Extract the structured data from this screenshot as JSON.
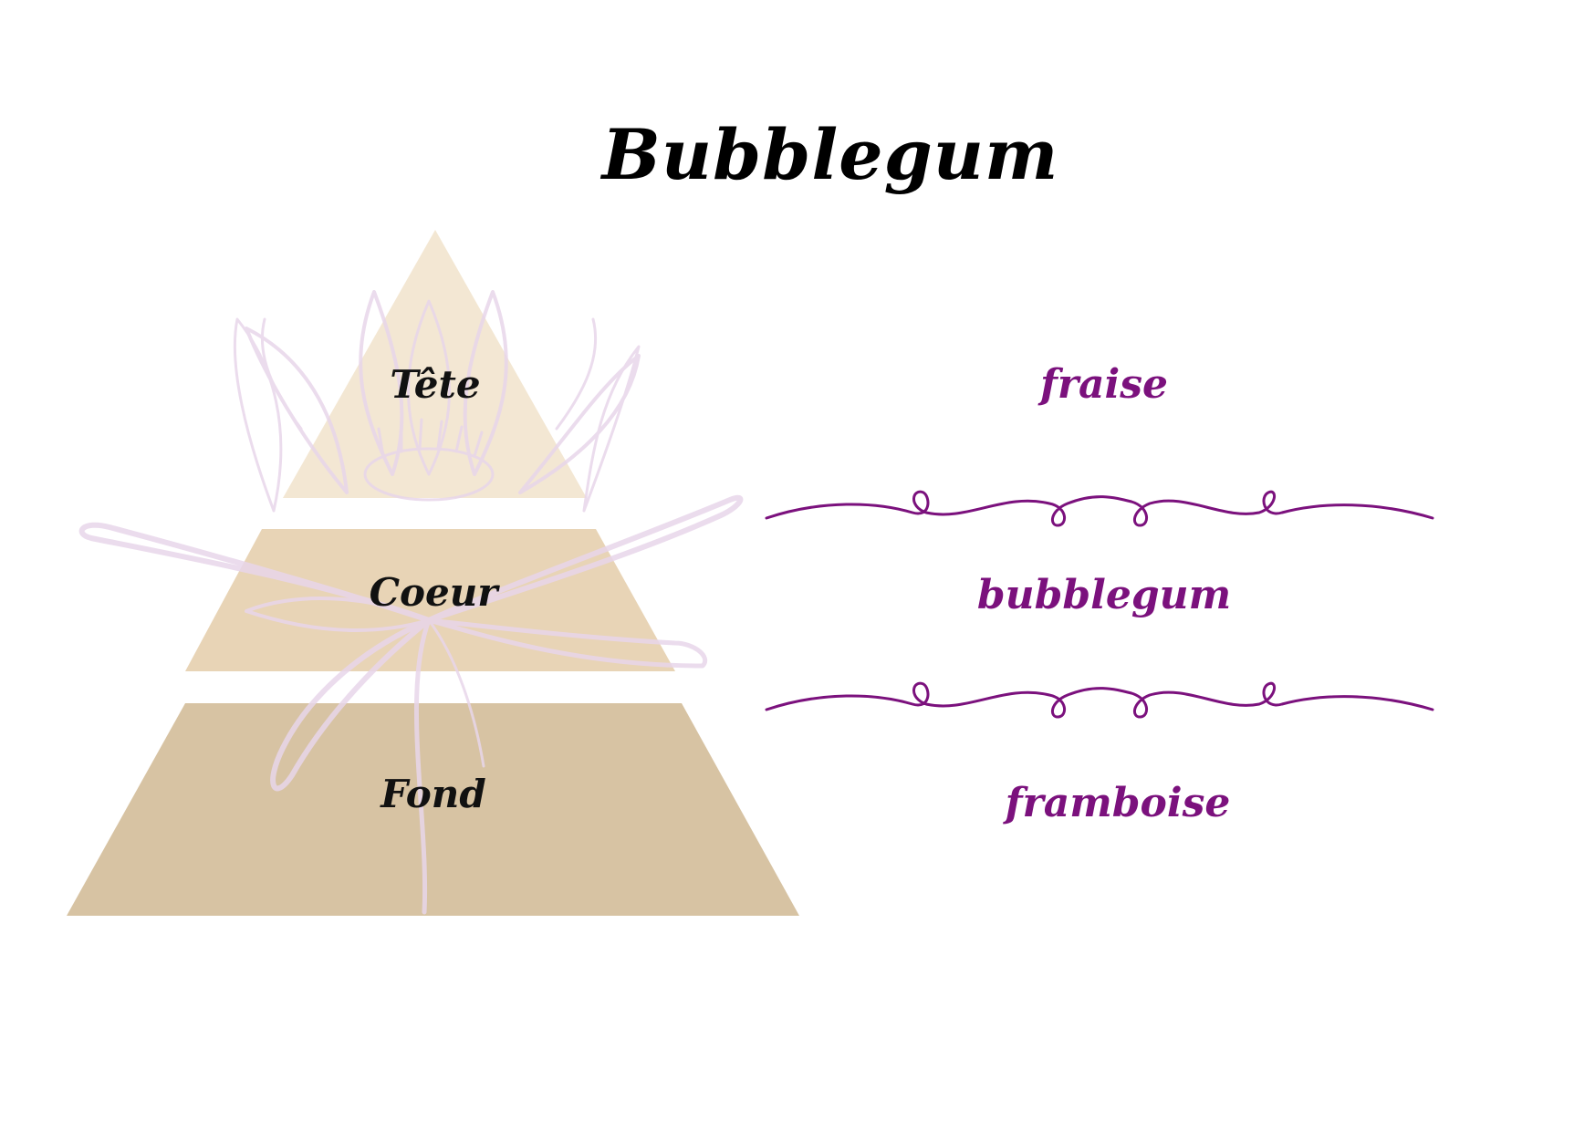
{
  "title": "Bubblegum",
  "tiers": [
    {
      "label": "Tête",
      "color": "#f3e7d3"
    },
    {
      "label": "Coeur",
      "color": "#e8d4b6"
    },
    {
      "label": "Fond",
      "color": "#d7c3a3"
    }
  ],
  "notes": [
    {
      "label": "fraise"
    },
    {
      "label": "bubblegum"
    },
    {
      "label": "framboise"
    }
  ],
  "colors": {
    "accent": "#7b117d",
    "flower_outline": "#e8d6ea",
    "text": "#000000"
  }
}
